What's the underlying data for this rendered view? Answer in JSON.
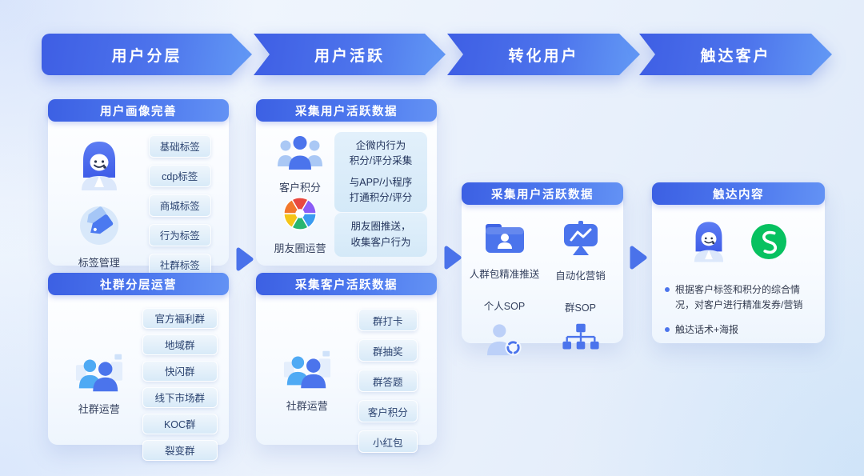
{
  "banners": [
    {
      "label": "用户分层"
    },
    {
      "label": "用户活跃"
    },
    {
      "label": "转化用户"
    },
    {
      "label": "触达客户"
    }
  ],
  "cards": {
    "user_profile": {
      "title": "用户画像完善",
      "tag_manager_label": "标签管理",
      "chips": [
        "基础标签",
        "cdp标签",
        "商城标签",
        "行为标签",
        "社群标签"
      ]
    },
    "community_layered": {
      "title": "社群分层运营",
      "community_label": "社群运营",
      "chips": [
        "官方福利群",
        "地域群",
        "快闪群",
        "线下市场群",
        "KOC群",
        "裂变群"
      ]
    },
    "collect_user_activity": {
      "title": "采集用户活跃数据",
      "points_label": "客户积分",
      "moments_label": "朋友圈运营",
      "note1_lines": [
        "企微内行为",
        "积分/评分采集",
        "与APP/小程序",
        "打通积分/评分"
      ],
      "note2_lines": [
        "朋友圈推送，",
        "收集客户行为"
      ]
    },
    "collect_customer_activity": {
      "title": "采集客户活跃数据",
      "community_label": "社群运营",
      "chips": [
        "群打卡",
        "群抽奖",
        "群答题",
        "客户积分",
        "小红包"
      ]
    },
    "convert_user": {
      "title": "采集用户活跃数据",
      "audience_push_label": "人群包精准推送",
      "auto_marketing_label": "自动化营销",
      "personal_sop_label": "个人SOP",
      "group_sop_label": "群SOP"
    },
    "reach_content": {
      "title": "触达内容",
      "bullets": [
        "根据客户标签和积分的综合情况，对客户进行精准发券/营销",
        "触达话术+海报"
      ]
    }
  },
  "icons": {
    "service_avatar": "customer-service-avatar",
    "tags": "price-tags",
    "community": "community-people",
    "customer_points": "people-group",
    "moments": "color-aperture",
    "audience_folder": "folder-user",
    "auto_marketing": "presentation-chart",
    "personal_sop": "person-sync",
    "group_sop": "org-chart",
    "mini_program": "wechat-mini-program",
    "flow_arrow": "chevron-right-triangle"
  },
  "colors": {
    "banner_gradient_start": "#3E5EE4",
    "banner_gradient_end": "#639AF5",
    "chip_bg": "#D8EAF8",
    "chip_text": "#2B4370",
    "icon_blue": "#4B74EC",
    "icon_light_blue": "#4FAAF4",
    "wechat_green": "#07C160",
    "arrow_blue": "#4A72EA",
    "note_bg": "#D4E9F8"
  }
}
